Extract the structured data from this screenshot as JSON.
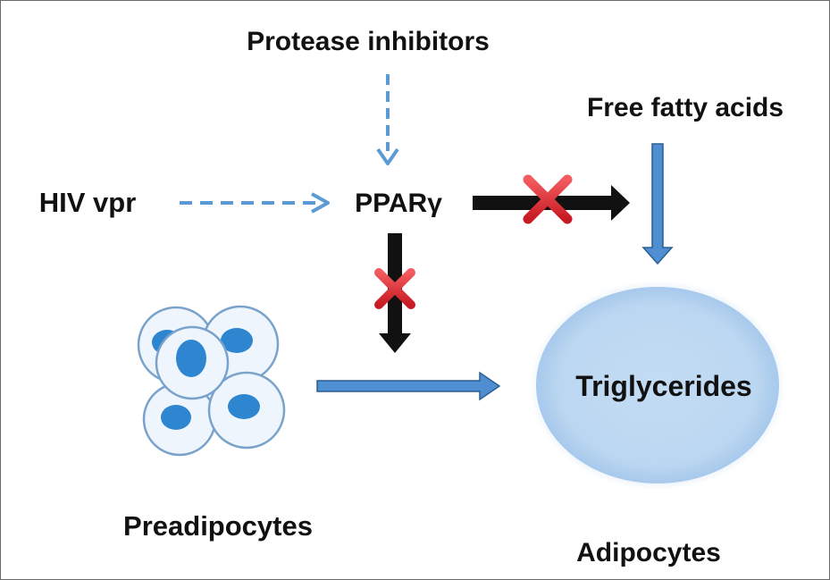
{
  "labels": {
    "protease": "Protease inhibitors",
    "ffa": "Free fatty acids",
    "hiv": "HIV vpr",
    "ppar": "PPARγ",
    "trig": "Triglycerides",
    "preadipocytes": "Preadipocytes",
    "adipocytes": "Adipocytes"
  },
  "colors": {
    "dashed_arrow": "#5b9bd5",
    "blue_arrow_fill": "#4f8fd1",
    "blue_arrow_stroke": "#2a5f96",
    "black_arrow": "#111111",
    "red_x": "#e8202a",
    "cell_fill": "#eef5fc",
    "cell_edge": "#7aa3cc",
    "nucleus": "#2f86d0",
    "ellipse_center": "#c3dcf4",
    "ellipse_edge": "#a7c9ec"
  },
  "icons": [
    "red-x-icon",
    "adipocyte-cell-cluster"
  ]
}
